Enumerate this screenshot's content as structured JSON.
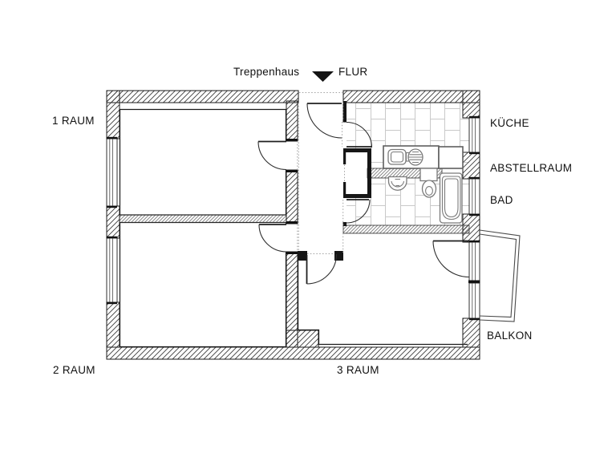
{
  "plan": {
    "labels": {
      "staircase": "Treppenhaus",
      "hall": "FLUR",
      "room1": "1 RAUM",
      "room2": "2 RAUM",
      "room3": "3 RAUM",
      "kitchen": "KÜCHE",
      "storage": "ABSTELLRAUM",
      "bath": "BAD",
      "balcony": "BALKON"
    },
    "icons": {
      "flur_arrow": "down-triangle"
    },
    "colors": {
      "wall_line": "#1a1a1a",
      "hatch_line": "#3d3d3d",
      "tile_line": "#c9c9c9",
      "fixture_line": "#7a7a7a",
      "dotted_line": "#a0a0a0",
      "text": "#111111"
    }
  }
}
